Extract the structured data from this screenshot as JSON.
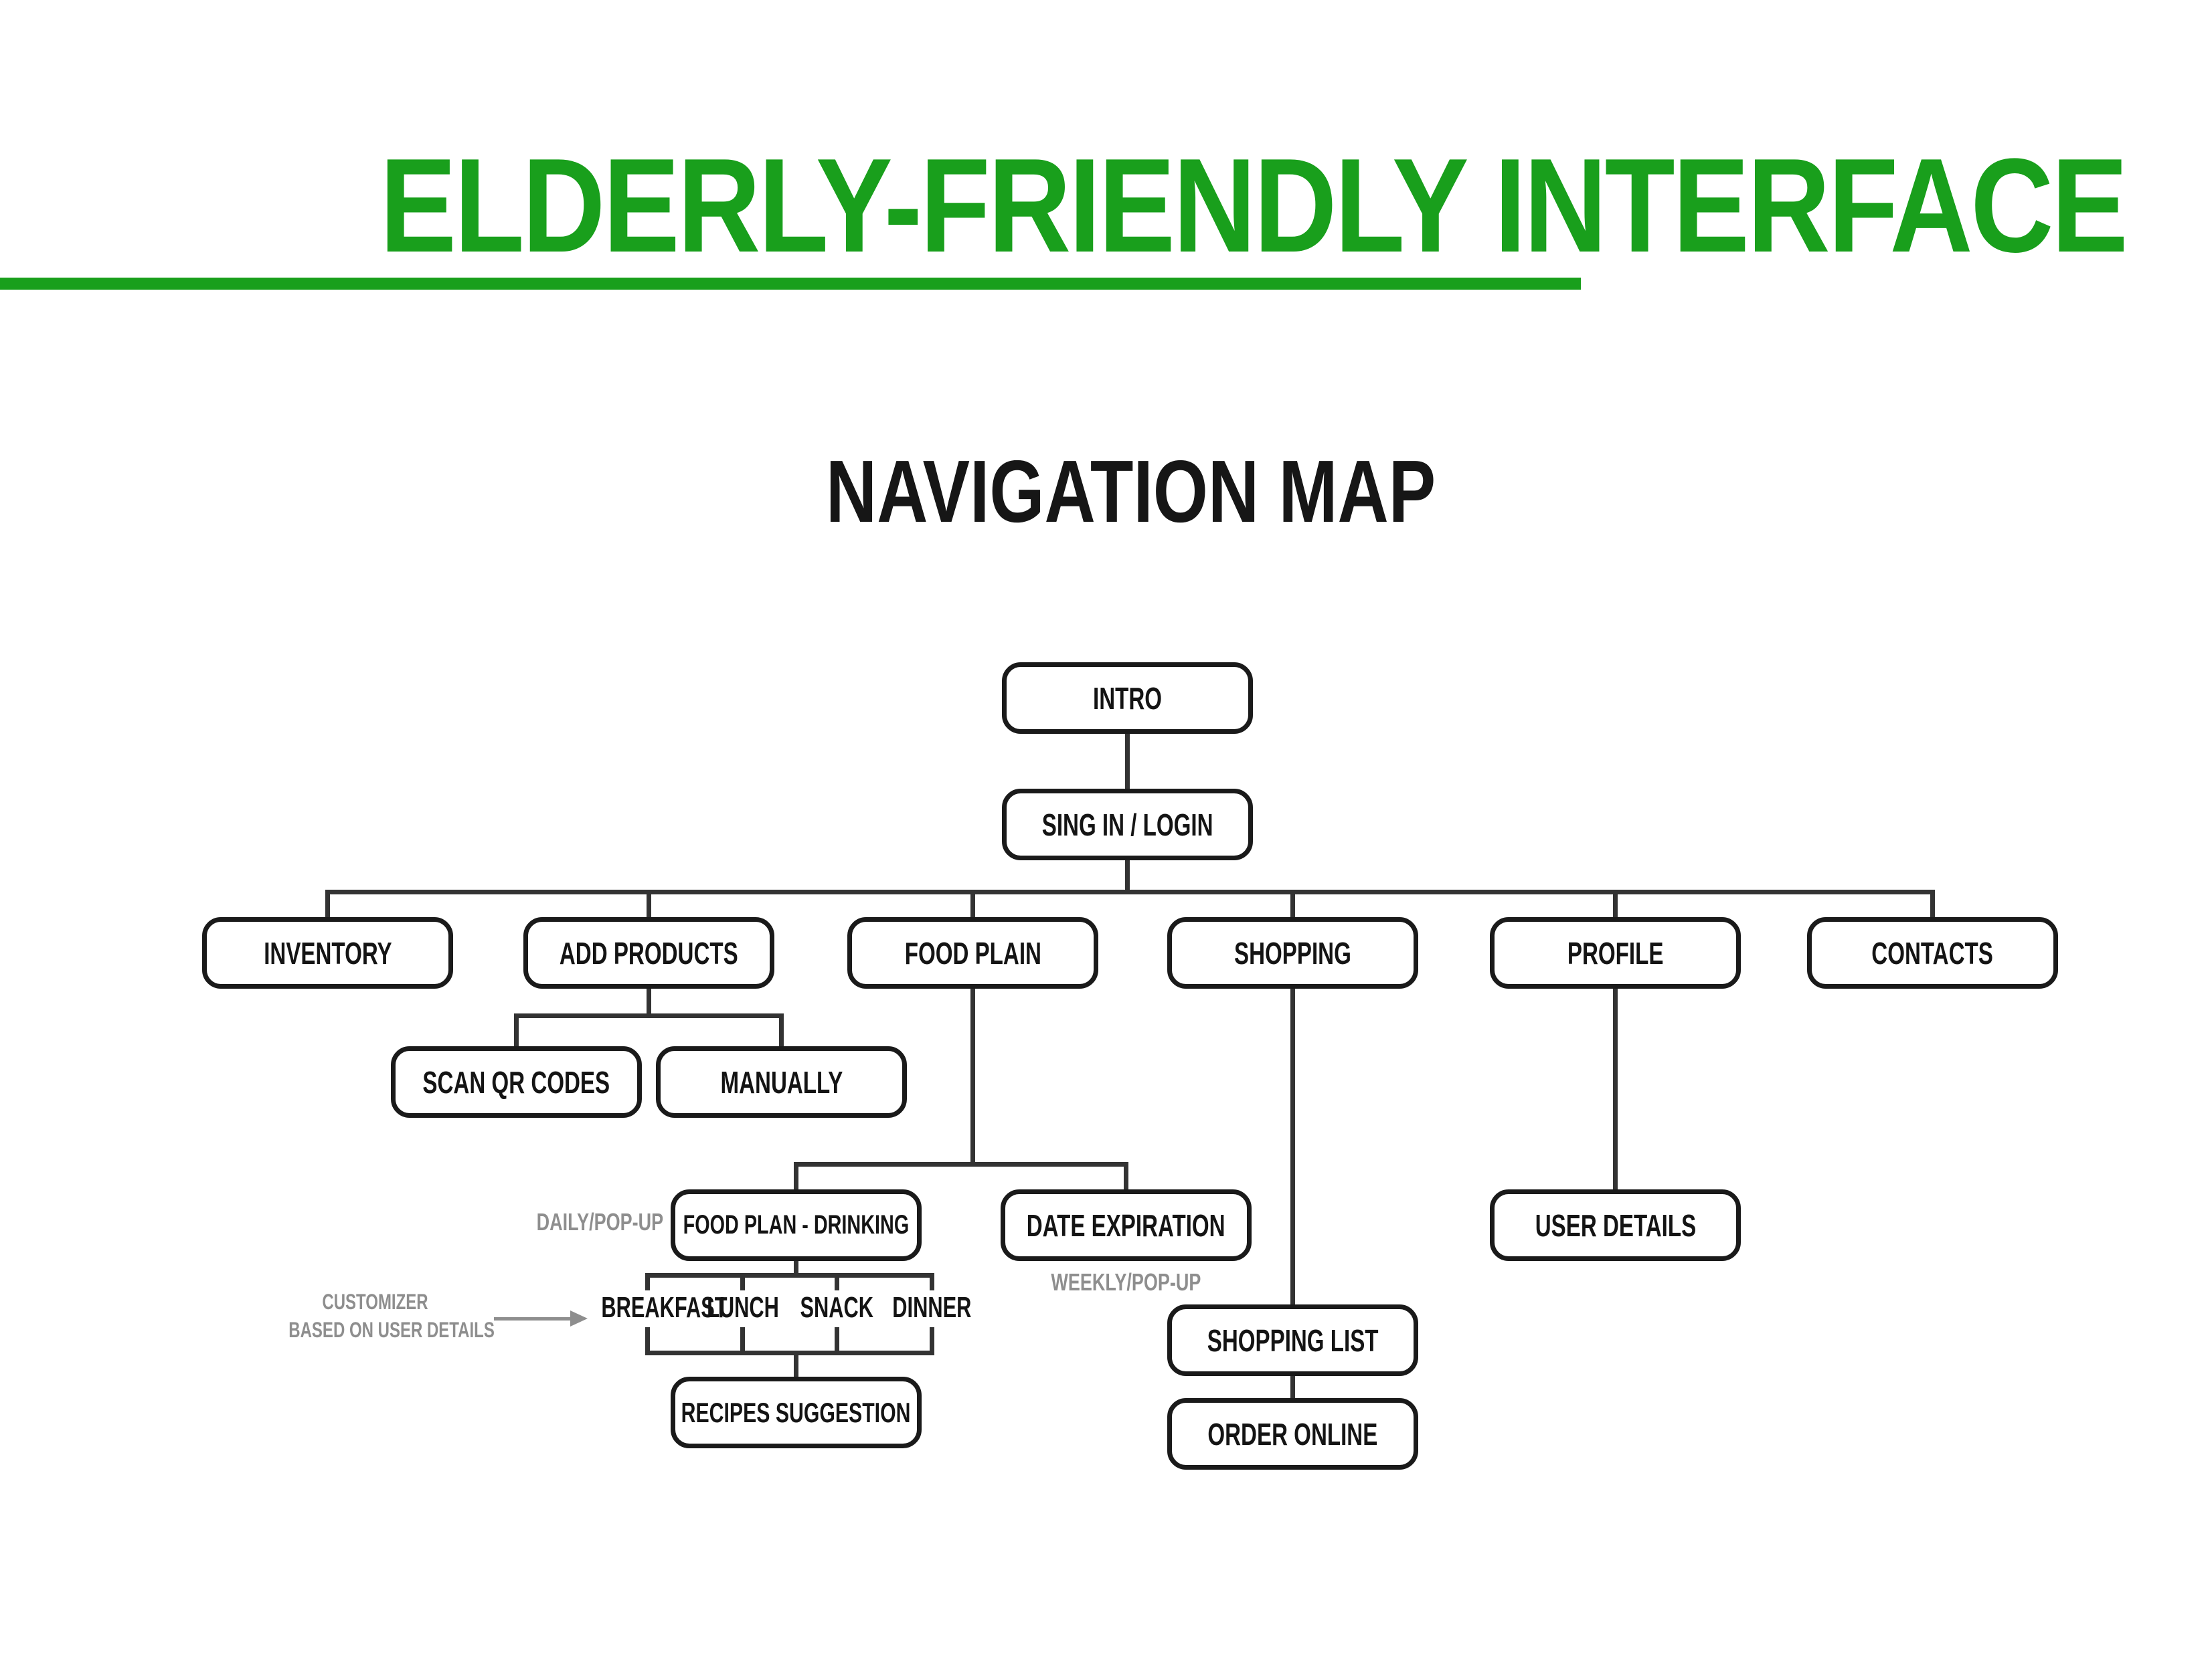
{
  "title": {
    "text": "ELDERLY-FRIENDLY INTERFACE"
  },
  "subtitle": {
    "text": "NAVIGATION MAP"
  },
  "colors": {
    "accent_green": "#199F1C",
    "connector": "#333333",
    "box_border": "#1A1A1A",
    "text": "#141414",
    "annotation_gray": "#8E8E8E",
    "background": "#FFFFFF"
  },
  "nodes": {
    "intro": "INTRO",
    "signin": "SING IN / LOGIN",
    "inventory": "INVENTORY",
    "add_products": "ADD PRODUCTS",
    "food_plain": "FOOD PLAIN",
    "shopping": "SHOPPING",
    "profile": "PROFILE",
    "contacts": "CONTACTS",
    "scan_qr": "SCAN QR CODES",
    "manually": "MANUALLY",
    "food_plan_drinking": "FOOD PLAN - DRINKING",
    "date_expiration": "DATE EXPIRATION",
    "user_details": "USER DETAILS",
    "shopping_list": "SHOPPING LIST",
    "order_online": "ORDER ONLINE",
    "recipes_suggestion": "RECIPES SUGGESTION"
  },
  "meals": [
    "BREAKFAST",
    "LUNCH",
    "SNACK",
    "DINNER"
  ],
  "labels": {
    "daily": "DAILY/POP-UP",
    "weekly": "WEEKLY/POP-UP",
    "customizer_line1": "CUSTOMIZER",
    "customizer_line2": "BASED ON USER DETAILS"
  }
}
